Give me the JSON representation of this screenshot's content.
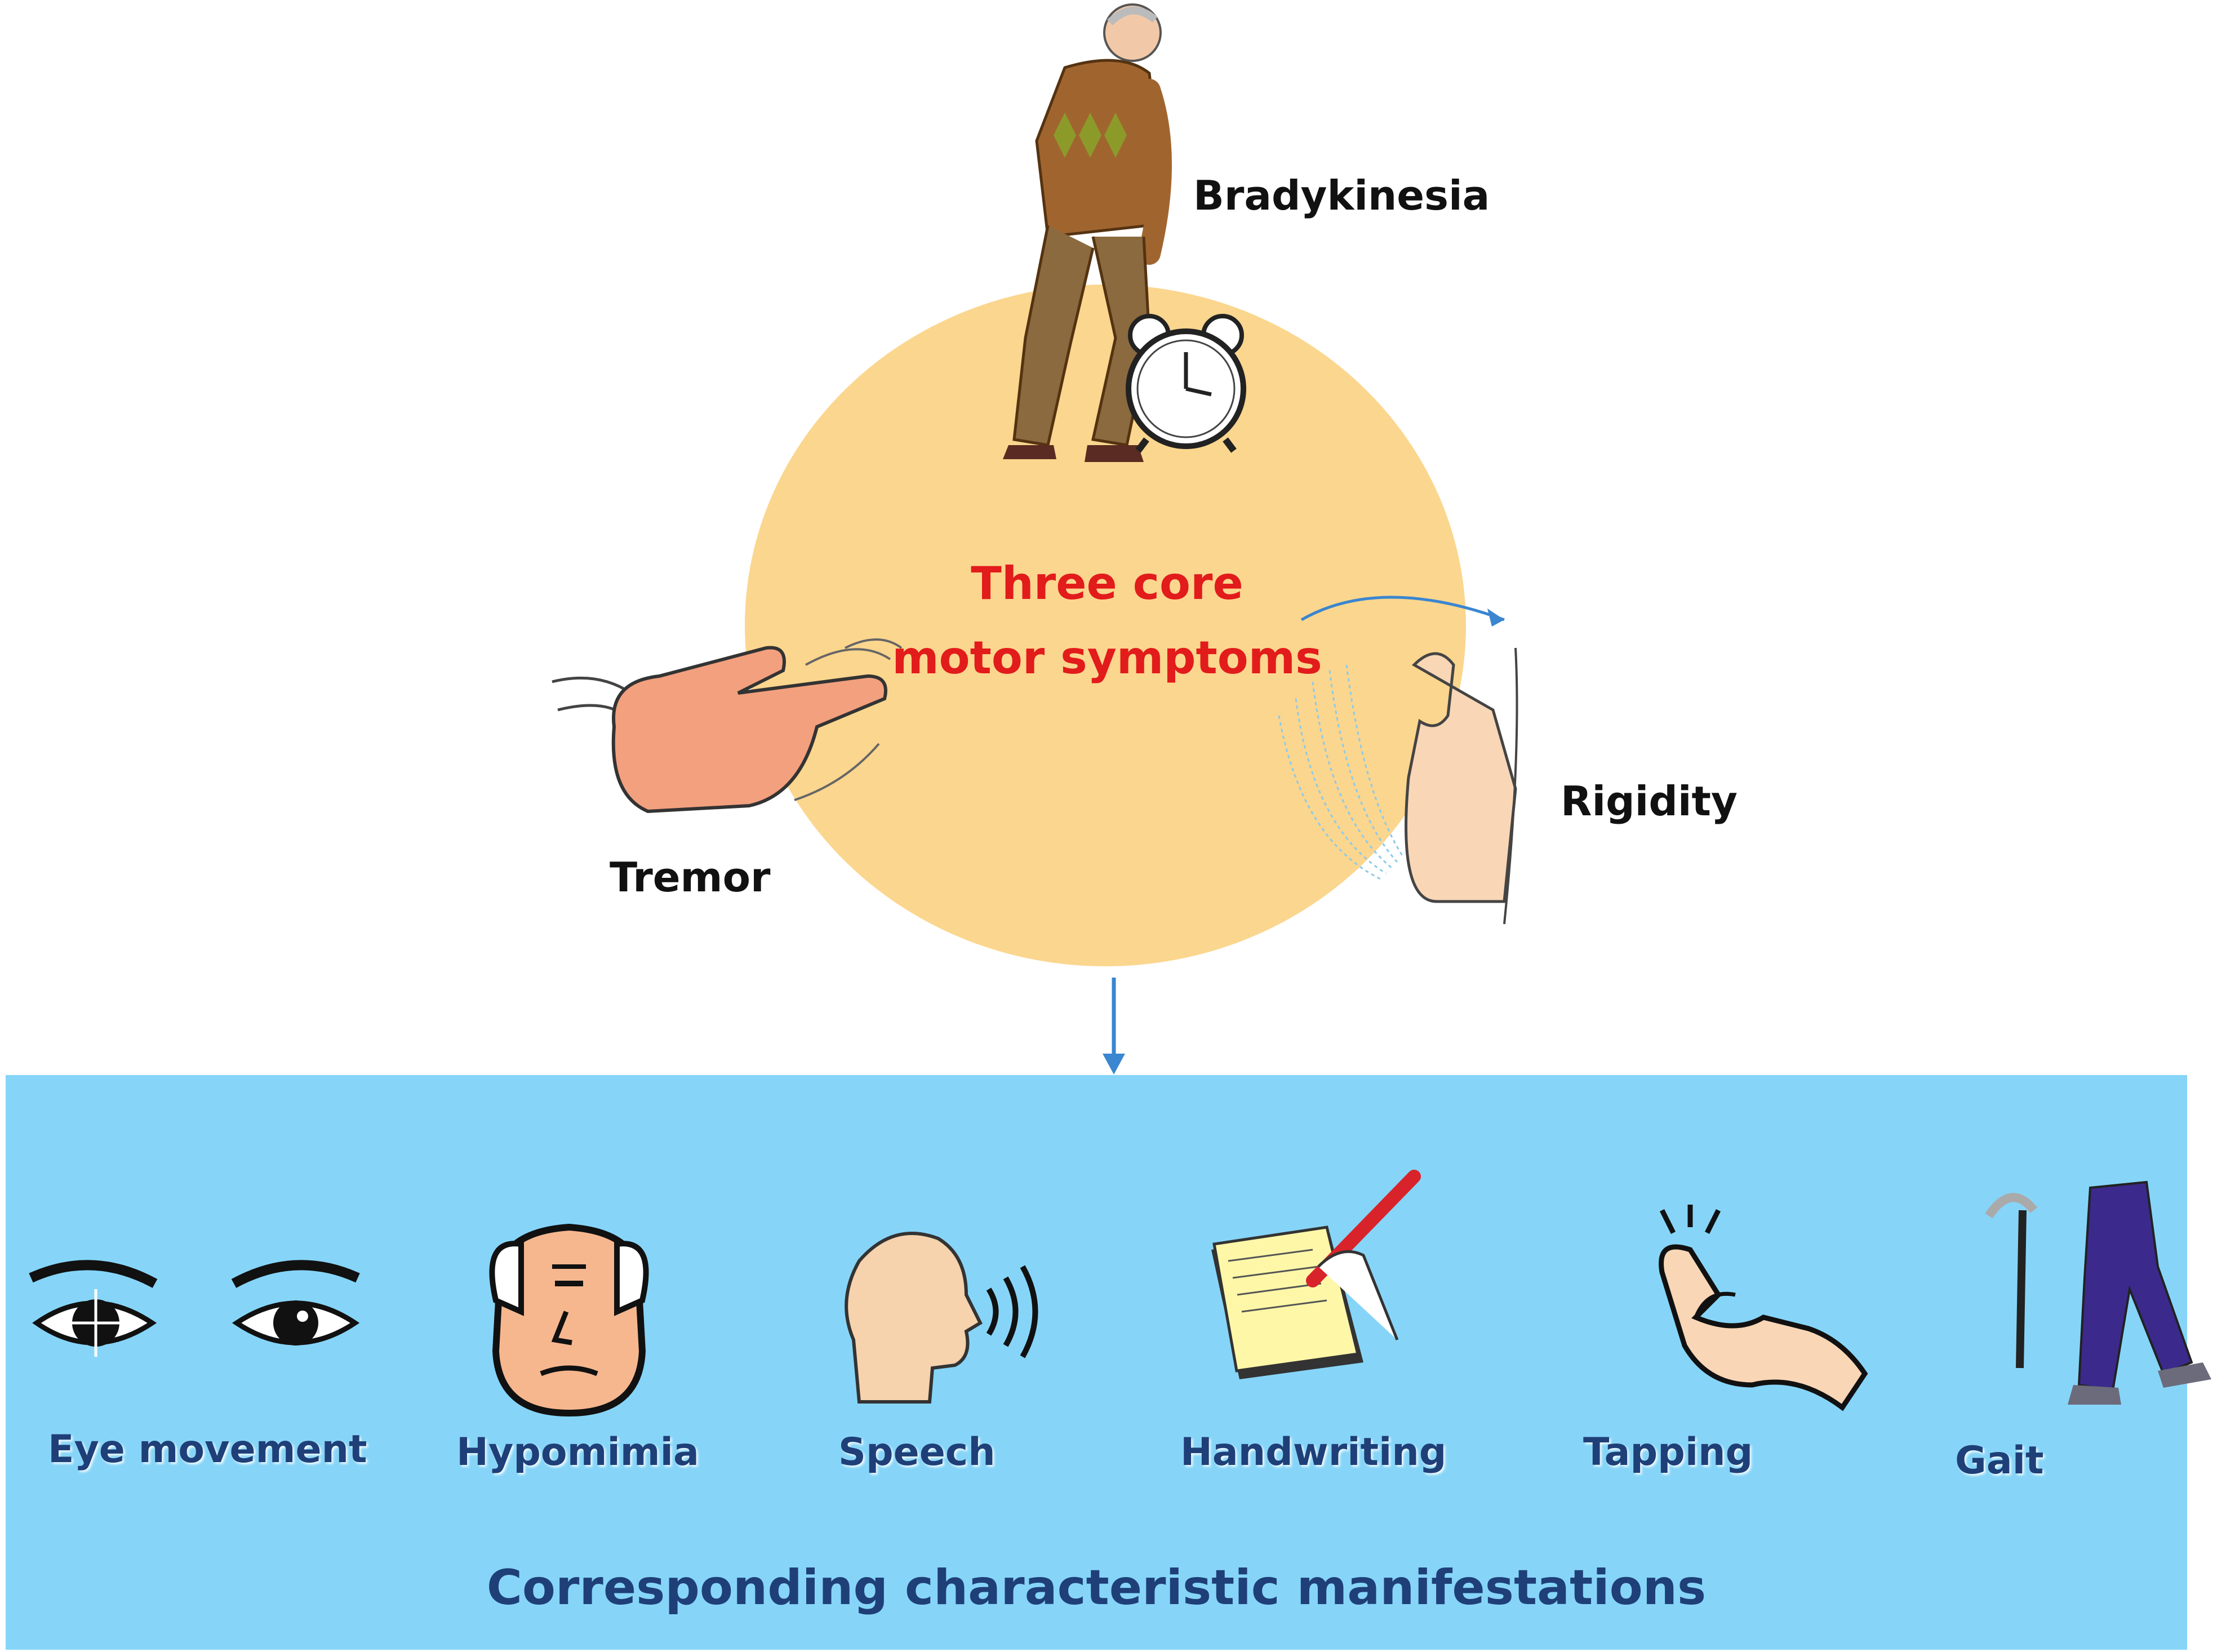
{
  "core": {
    "title_line1": "Three core",
    "title_line2": "motor symptoms",
    "symptoms": {
      "bradykinesia": "Bradykinesia",
      "tremor": "Tremor",
      "rigidity": "Rigidity"
    }
  },
  "manifestations": {
    "title": "Corresponding characteristic manifestations",
    "items": [
      {
        "label": "Eye movement",
        "icon": "eyes-icon"
      },
      {
        "label": "Hypomimia",
        "icon": "face-icon"
      },
      {
        "label": "Speech",
        "icon": "speaking-head-icon"
      },
      {
        "label": "Handwriting",
        "icon": "writing-hand-icon"
      },
      {
        "label": "Tapping",
        "icon": "finger-tap-icon"
      },
      {
        "label": "Gait",
        "icon": "walking-legs-icon"
      }
    ]
  },
  "colors": {
    "circle": "#fbd68e",
    "core_title": "#e21b1b",
    "panel": "#86d5f8",
    "panel_text": "#1f3f78",
    "arrow": "#3a86d0"
  }
}
